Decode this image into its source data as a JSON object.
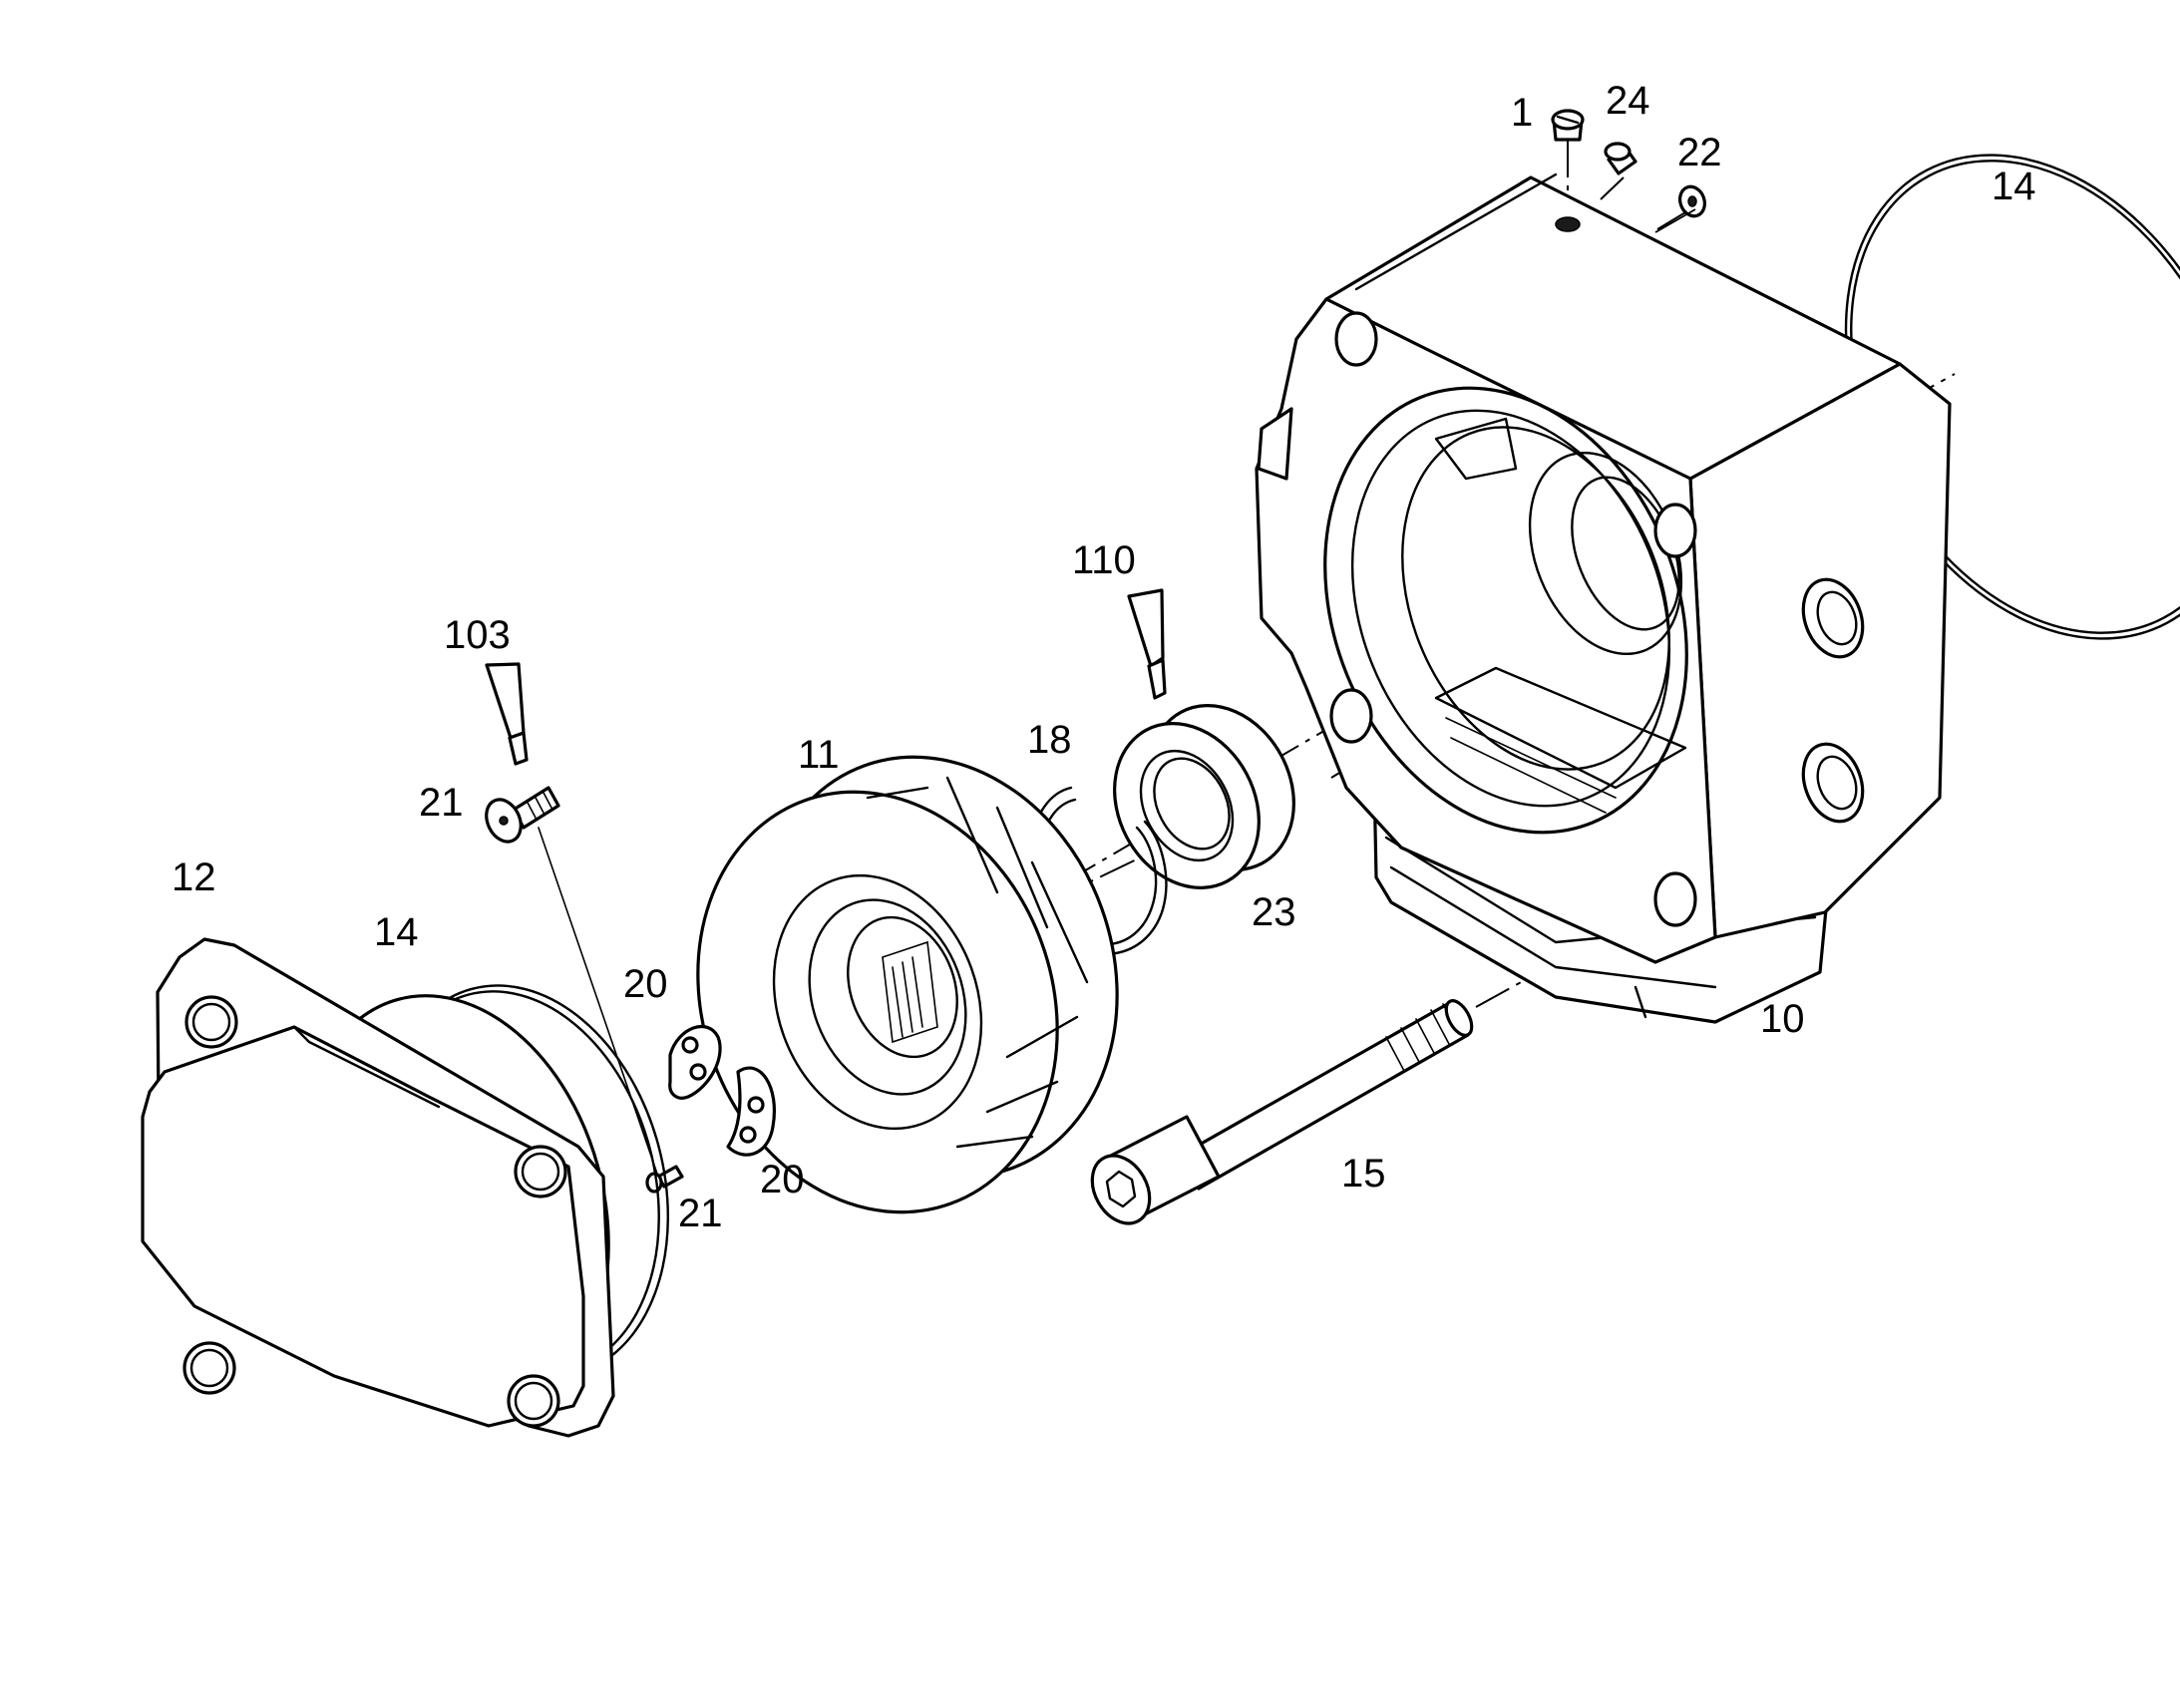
{
  "diagram": {
    "type": "exploded-parts-drawing",
    "labels": [
      {
        "id": "1",
        "text": "1"
      },
      {
        "id": "24",
        "text": "24"
      },
      {
        "id": "22",
        "text": "22"
      },
      {
        "id": "14-top",
        "text": "14"
      },
      {
        "id": "110",
        "text": "110"
      },
      {
        "id": "103",
        "text": "103"
      },
      {
        "id": "11",
        "text": "11"
      },
      {
        "id": "18",
        "text": "18"
      },
      {
        "id": "21-top",
        "text": "21"
      },
      {
        "id": "12",
        "text": "12"
      },
      {
        "id": "14-left",
        "text": "14"
      },
      {
        "id": "23",
        "text": "23"
      },
      {
        "id": "20-top",
        "text": "20"
      },
      {
        "id": "10",
        "text": "10"
      },
      {
        "id": "20-bottom",
        "text": "20"
      },
      {
        "id": "15",
        "text": "15"
      },
      {
        "id": "21-bottom",
        "text": "21"
      }
    ]
  }
}
